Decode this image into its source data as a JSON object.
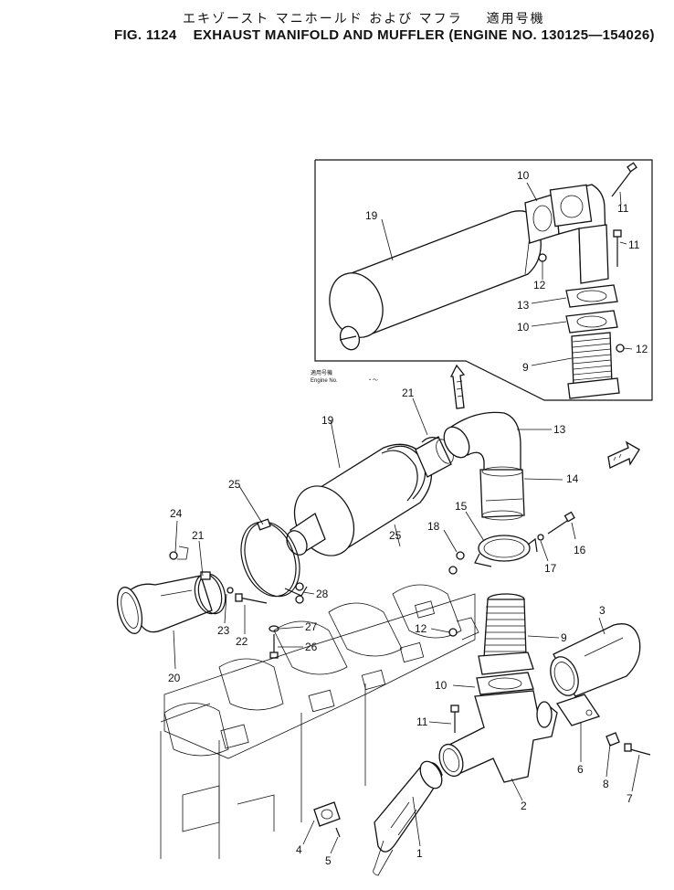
{
  "title": {
    "japanese": "エキゾースト マニホールド および マフラ",
    "japanese_suffix": "適用号機",
    "figure_number": "FIG. 1124",
    "english": "EXHAUST MANIFOLD AND MUFFLER (ENGINE NO. 130125―154026)"
  },
  "inset": {
    "note_line1": "適用号機",
    "note_line2": "Engine No.",
    "note_suffix": "・～"
  },
  "callouts": {
    "c1": "1",
    "c2": "2",
    "c3": "3",
    "c4": "4",
    "c5": "5",
    "c6": "6",
    "c7": "7",
    "c8": "8",
    "c9": "9",
    "c10": "10",
    "c11": "11",
    "c12": "12",
    "c13": "13",
    "c14": "14",
    "c15": "15",
    "c16": "16",
    "c17": "17",
    "c18": "18",
    "c19": "19",
    "c20": "20",
    "c21": "21",
    "c22": "22",
    "c23": "23",
    "c24": "24",
    "c25": "25",
    "c26": "26",
    "c27": "27",
    "c28": "28"
  }
}
